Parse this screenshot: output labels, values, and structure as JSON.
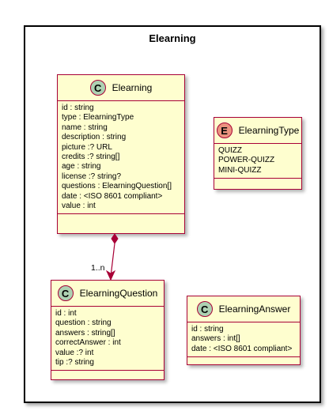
{
  "package": {
    "title": "Elearning"
  },
  "classes": {
    "elearning": {
      "name": "Elearning",
      "stereotype": "C",
      "fields": [
        "id : string",
        "type : ElearningType",
        "name : string",
        "description : string",
        "picture :? URL",
        "credits :? string[]",
        "age : string",
        "license :? string?",
        "questions : ElearningQuestion[]",
        "date : <ISO 8601 compliant>",
        "value : int"
      ]
    },
    "elearning_type": {
      "name": "ElearningType",
      "stereotype": "E",
      "values": [
        "QUIZZ",
        "POWER-QUIZZ",
        "MINI-QUIZZ"
      ]
    },
    "elearning_question": {
      "name": "ElearningQuestion",
      "stereotype": "C",
      "fields": [
        "id : int",
        "question : string",
        "answers : string[]",
        "correctAnswer : int",
        "value :? int",
        "tip :? string"
      ]
    },
    "elearning_answer": {
      "name": "ElearningAnswer",
      "stereotype": "C",
      "fields": [
        "id : string",
        "answers : int[]",
        "date : <ISO 8601 compliant>"
      ]
    }
  },
  "relations": [
    {
      "from": "Elearning",
      "to": "ElearningQuestion",
      "kind": "composition",
      "multiplicity": "1..n"
    }
  ],
  "colors": {
    "class_fill": "#fefecf",
    "class_border": "#a80036",
    "class_icon": "#add1b2",
    "enum_icon": "#eb937f"
  }
}
